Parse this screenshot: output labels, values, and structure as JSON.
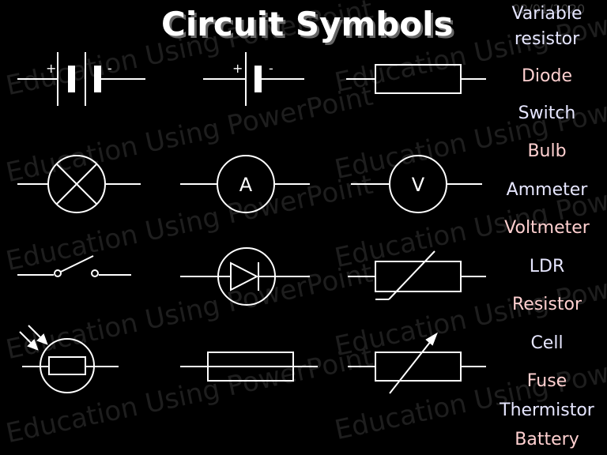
{
  "slide": {
    "title": "Circuit Symbols",
    "date": "02/01/2020",
    "watermark": "Education Using PowerPoint"
  },
  "colors": {
    "background": "#000000",
    "line": "#ffffff",
    "label_white": "#e6e6ff",
    "label_pink": "#ffd0d0"
  },
  "labels": [
    {
      "text": "Variable",
      "color": "label_white"
    },
    {
      "text": "resistor",
      "color": "label_white"
    },
    {
      "text": "Diode",
      "color": "label_pink"
    },
    {
      "text": "Switch",
      "color": "label_white"
    },
    {
      "text": "Bulb",
      "color": "label_pink"
    },
    {
      "text": "Ammeter",
      "color": "label_white"
    },
    {
      "text": "Voltmeter",
      "color": "label_pink"
    },
    {
      "text": "LDR",
      "color": "label_white"
    },
    {
      "text": "Resistor",
      "color": "label_pink"
    },
    {
      "text": "Cell",
      "color": "label_white"
    },
    {
      "text": "Fuse",
      "color": "label_pink"
    },
    {
      "text": "Thermistor",
      "color": "label_white"
    },
    {
      "text": "Battery",
      "color": "label_pink"
    }
  ],
  "symbols": {
    "battery": {
      "plus": "+",
      "minus": "-"
    },
    "cell": {
      "plus": "+",
      "minus": "-"
    },
    "ammeter": {
      "letter": "A"
    },
    "voltmeter": {
      "letter": "V"
    }
  }
}
